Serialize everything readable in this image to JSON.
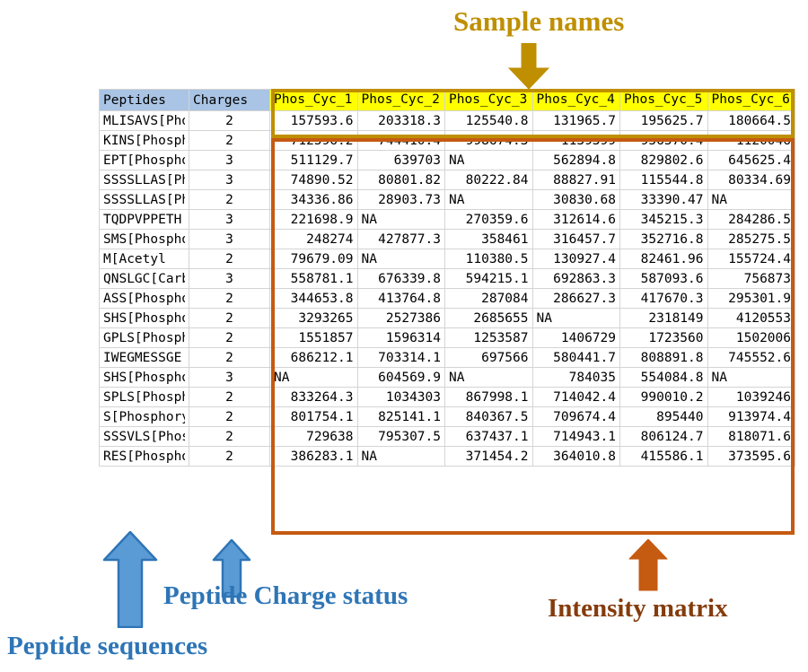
{
  "annotations": {
    "sample_names": "Sample names",
    "peptide_charge_status": "Peptide Charge status",
    "peptide_sequences": "Peptide sequences",
    "intensity_matrix": "Intensity matrix",
    "colors": {
      "sample_names": "#BF8F00",
      "peptide_blue": "#2E75B6",
      "intensity_brown": "#843C0C",
      "arrow_blue_fill": "#5B9BD5",
      "arrow_blue_stroke": "#2E75B6",
      "arrow_orange_fill": "#C55A11",
      "arrow_gold_fill": "#BF8F00",
      "header_blue": "#A9C4E4",
      "header_yellow": "#FFFF00"
    }
  },
  "table": {
    "headers": {
      "peptides": "Peptides",
      "charges": "Charges",
      "samples": [
        "Phos_Cyc_1",
        "Phos_Cyc_2",
        "Phos_Cyc_3",
        "Phos_Cyc_4",
        "Phos_Cyc_5",
        "Phos_Cyc_6"
      ]
    },
    "rows": [
      {
        "peptide": "MLISAVS[Phospho]",
        "charge": "2",
        "values": [
          "157593.6",
          "203318.3",
          "125540.8",
          "131965.7",
          "195625.7",
          "180664.5"
        ]
      },
      {
        "peptide": "KINS[Phospho]",
        "charge": "2",
        "values": [
          "712596.2",
          "744410.4",
          "998674.3",
          "1139399",
          "956570.4",
          "1120046"
        ]
      },
      {
        "peptide": "EPT[Phospho]",
        "charge": "3",
        "values": [
          "511129.7",
          "639703",
          "NA",
          "562894.8",
          "829802.6",
          "645625.4"
        ]
      },
      {
        "peptide": "SSSSLLAS[Phospho]",
        "charge": "3",
        "values": [
          "74890.52",
          "80801.82",
          "80222.84",
          "88827.91",
          "115544.8",
          "80334.69"
        ]
      },
      {
        "peptide": "SSSSLLAS[Phospho]",
        "charge": "2",
        "values": [
          "34336.86",
          "28903.73",
          "NA",
          "30830.68",
          "33390.47",
          "NA"
        ]
      },
      {
        "peptide": "TQDPVPPETH",
        "charge": "3",
        "values": [
          "221698.9",
          "NA",
          "270359.6",
          "312614.6",
          "345215.3",
          "284286.5"
        ]
      },
      {
        "peptide": "SMS[Phospho]",
        "charge": "3",
        "values": [
          "248274",
          "427877.3",
          "358461",
          "316457.7",
          "352716.8",
          "285275.5"
        ]
      },
      {
        "peptide": "M[Acetyl",
        "charge": "2",
        "values": [
          "79679.09",
          "NA",
          "110380.5",
          "130927.4",
          "82461.96",
          "155724.4"
        ]
      },
      {
        "peptide": "QNSLGC[Carbamid]",
        "charge": "3",
        "values": [
          "558781.1",
          "676339.8",
          "594215.1",
          "692863.3",
          "587093.6",
          "756873"
        ]
      },
      {
        "peptide": "ASS[Phospho]",
        "charge": "2",
        "values": [
          "344653.8",
          "413764.8",
          "287084",
          "286627.3",
          "417670.3",
          "295301.9"
        ]
      },
      {
        "peptide": "SHS[Phospho]",
        "charge": "2",
        "values": [
          "3293265",
          "2527386",
          "2685655",
          "NA",
          "2318149",
          "4120553"
        ]
      },
      {
        "peptide": "GPLS[Phospho]",
        "charge": "2",
        "values": [
          "1551857",
          "1596314",
          "1253587",
          "1406729",
          "1723560",
          "1502006"
        ]
      },
      {
        "peptide": "IWEGMESSGE",
        "charge": "2",
        "values": [
          "686212.1",
          "703314.1",
          "697566",
          "580441.7",
          "808891.8",
          "745552.6"
        ]
      },
      {
        "peptide": "SHS[Phospho]",
        "charge": "3",
        "values": [
          "NA",
          "604569.9",
          "NA",
          "784035",
          "554084.8",
          "NA"
        ]
      },
      {
        "peptide": "SPLS[Phospho]",
        "charge": "2",
        "values": [
          "833264.3",
          "1034303",
          "867998.1",
          "714042.4",
          "990010.2",
          "1039246"
        ]
      },
      {
        "peptide": "S[Phosphoryl]",
        "charge": "2",
        "values": [
          "801754.1",
          "825141.1",
          "840367.5",
          "709674.4",
          "895440",
          "913974.4"
        ]
      },
      {
        "peptide": "SSSVLS[Phospho]",
        "charge": "2",
        "values": [
          "729638",
          "795307.5",
          "637437.1",
          "714943.1",
          "806124.7",
          "818071.6"
        ]
      },
      {
        "peptide": "RES[Phospho]",
        "charge": "2",
        "values": [
          "386283.1",
          "NA",
          "371454.2",
          "364010.8",
          "415586.1",
          "373595.6"
        ]
      }
    ]
  }
}
